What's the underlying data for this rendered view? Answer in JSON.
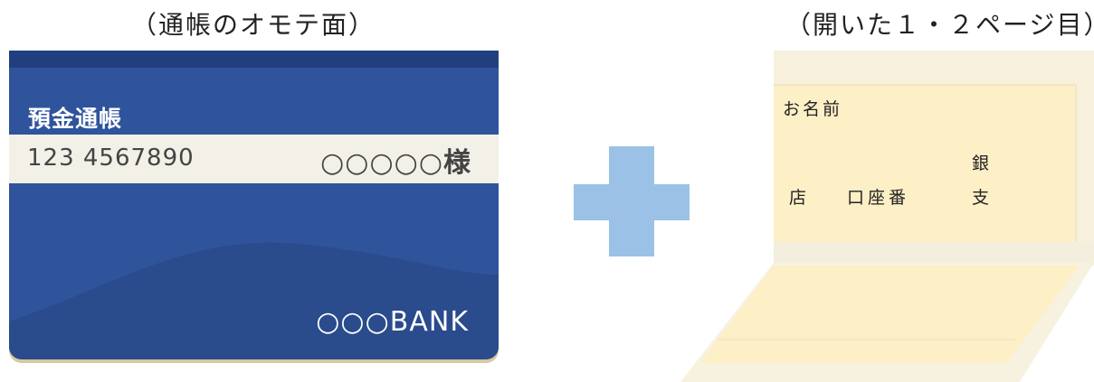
{
  "captions": {
    "left": "（通帳のオモテ面）",
    "right": "（開いた１・２ページ目）"
  },
  "cover": {
    "title": "預金通帳",
    "account_number": "123 4567890",
    "holder": "○○○○○様",
    "bank": "○○○BANK",
    "colors": {
      "navy": "#2f549c",
      "dark_navy": "#213f7e",
      "band": "#f3f0e7"
    }
  },
  "plus": {
    "icon": "plus-icon",
    "color": "#9bc2e6"
  },
  "open_book": {
    "name_label": "お名前",
    "shop_label": "店",
    "account_label": "口座番",
    "bank_label": "銀",
    "branch_label": "支",
    "colors": {
      "page": "#fdefc6",
      "edge": "#f4ecd6"
    }
  }
}
